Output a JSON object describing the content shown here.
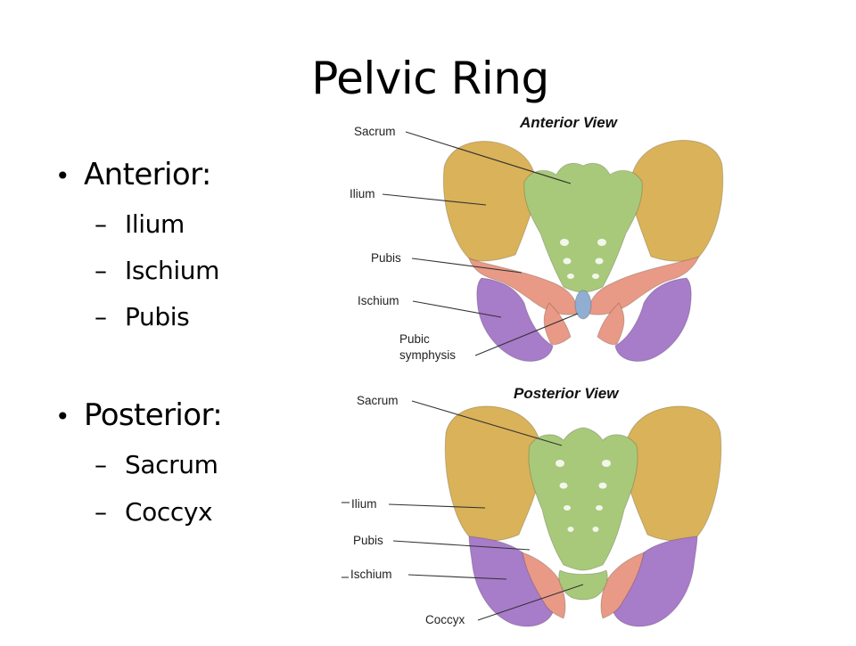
{
  "slide": {
    "title": "Pelvic Ring",
    "bullets": [
      {
        "label": "Anterior:",
        "items": [
          "Ilium",
          "Ischium",
          "Pubis"
        ]
      },
      {
        "label": "Posterior:",
        "items": [
          "Sacrum",
          "Coccyx"
        ]
      }
    ],
    "bullet_glyph": "•",
    "dash_glyph": "–"
  },
  "figure": {
    "anterior": {
      "title": "Anterior View",
      "labels": [
        "Sacrum",
        "Ilium",
        "Pubis",
        "Ischium",
        "Pubic",
        "symphysis"
      ]
    },
    "posterior": {
      "title": "Posterior View",
      "labels": [
        "Sacrum",
        "Ilium",
        "Pubis",
        "Ischium",
        "Coccyx"
      ]
    },
    "colors": {
      "ilium": "#d9b25a",
      "sacrum": "#a8c97a",
      "pubis": "#e89a86",
      "ischium": "#a77cc9",
      "symphysis": "#8faed1"
    }
  }
}
